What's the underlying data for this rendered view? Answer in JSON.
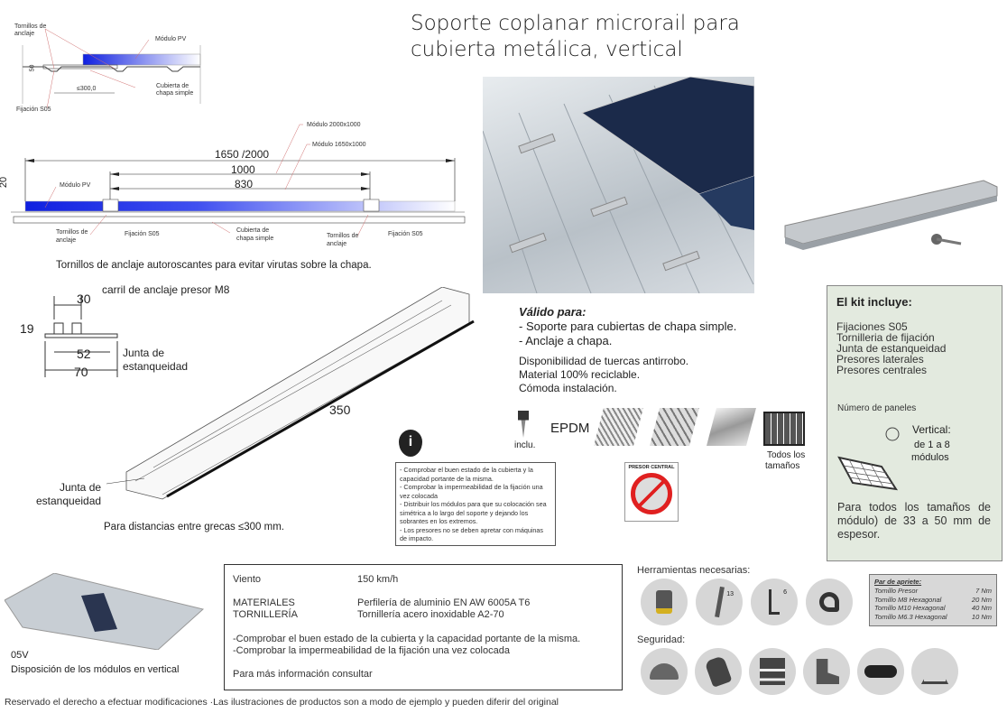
{
  "title": {
    "line1": "Soporte coplanar microrail para",
    "line2": "cubierta metálica, vertical"
  },
  "drawing_top": {
    "tornillos": "Tornillos de",
    "anclaje": "anclaje",
    "modulo_pv": "Módulo PV",
    "dim_height": "50",
    "dim_spacing": "≤300,0",
    "cubierta1": "Cubierta de",
    "cubierta2": "chapa simple",
    "fijacion": "Fijación S05"
  },
  "drawing_mid": {
    "mod2000": "Módulo 2000x1000",
    "mod1650": "Módulo 1650x1000",
    "dim_total": "1650 /2000",
    "dim_1000": "1000",
    "dim_830": "830",
    "dim_20": "20",
    "modulo_pv": "Módulo PV",
    "tornillos": "Tornillos de",
    "anclaje": "anclaje",
    "fijacion": "Fijación S05",
    "cubierta1": "Cubierta de",
    "cubierta2": "chapa simple",
    "caption": "Tornillos de anclaje autoroscantes para evitar virutas sobre la chapa."
  },
  "profile": {
    "dim30": "30",
    "carril": "carril de anclaje presor M8",
    "dim19": "19",
    "dim52": "52",
    "dim70": "70",
    "junta1": "Junta de",
    "junta2": "estanqueidad",
    "dim350": "350",
    "junta3": "Junta de",
    "junta4": "estanqueidad",
    "caption": "Para distancias entre grecas ≤300 mm."
  },
  "valido": {
    "heading": "Válido para:",
    "items": [
      "- Soporte para cubiertas de chapa simple.",
      "- Anclaje a chapa."
    ],
    "extra": [
      "Disponibilidad de tuercas antirrobo.",
      "Material 100% reciclable.",
      "Cómoda instalación."
    ]
  },
  "icons_row": {
    "inclu": "inclu.",
    "epdm": "EPDM",
    "todos": "Todos los",
    "tamanos": "tamaños"
  },
  "warning": {
    "lines": [
      "- Comprobar el buen estado de la cubierta y la capacidad portante de la misma.",
      "- Comprobar la impermeabilidad de la fijación una vez colocada",
      "- Distribuir los módulos para que su colocación sea simétrica a lo largo del soporte y dejando los sobrantes en los extremos.",
      "- Los presores no se deben apretar con máquinas de impacto."
    ]
  },
  "presor": {
    "label": "PRESOR CENTRAL"
  },
  "kit": {
    "heading": "El kit incluye:",
    "items": [
      "Fijaciones S05",
      "Tornilleria de fijación",
      "Junta de estanqueidad",
      "Presores laterales",
      "Presores centrales"
    ],
    "paneles": "Número de paneles",
    "vertical": "Vertical:",
    "rango1": "de 1 a 8",
    "rango2": "módulos",
    "espesor": "Para todos los tamaños de módulo) de 33 a 50 mm de espesor."
  },
  "roof_small": {
    "code": "05V",
    "caption": "Disposición de los módulos en vertical"
  },
  "spec": {
    "viento_label": "Viento",
    "viento_value": "150 km/h",
    "materiales_label": "MATERIALES",
    "materiales_value": "Perfilería de aluminio EN AW 6005A T6",
    "tornilleria_label": "TORNILLERÍA",
    "tornilleria_value": "Tornillería acero inoxidable A2-70",
    "check1": "-Comprobar el buen estado de la cubierta y la capacidad portante de la misma.",
    "check2": "-Comprobar la impermeabilidad de la fijación una vez  colocada",
    "info": "Para más información consultar"
  },
  "tools": {
    "heading": "Herramientas necesarias:",
    "items": [
      "drill-icon",
      "wrench-13-icon",
      "allen-key-6-icon",
      "tape-measure-icon"
    ],
    "wrench_size": "13",
    "allen_size": "6"
  },
  "safety": {
    "heading": "Seguridad:",
    "items": [
      "helmet-icon",
      "gloves-icon",
      "vest-icon",
      "boots-icon",
      "goggles-icon",
      "harness-icon"
    ]
  },
  "torque": {
    "heading": "Par de apriete:",
    "rows": [
      {
        "name": "Tornillo Presor",
        "value": "7 Nm"
      },
      {
        "name": "Tornillo M8 Hexagonal",
        "value": "20 Nm"
      },
      {
        "name": "Tornillo M10 Hexagonal",
        "value": "40 Nm"
      },
      {
        "name": "Tornillo M6.3 Hexagonal",
        "value": "10 Nm"
      }
    ]
  },
  "footer": "Reservado el derecho a efectuar modificaciones  ·Las ilustraciones de productos son a modo de ejemplo y pueden diferir del original"
}
